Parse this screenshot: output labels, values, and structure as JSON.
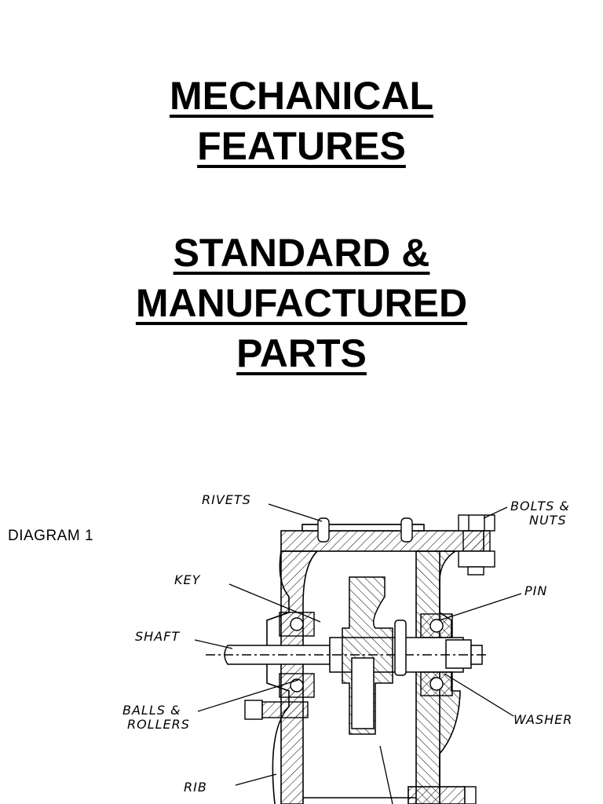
{
  "titles": {
    "main_line1": "MECHANICAL",
    "main_line2": "FEATURES",
    "sub_line1": "STANDARD &",
    "sub_line2": "MANUFACTURED",
    "sub_line3": "PARTS"
  },
  "diagram": {
    "label": "DIAGRAM   1",
    "parts": {
      "rivets": "RIVETS",
      "bolts_line1": "BOLTS &",
      "bolts_line2": "NUTS",
      "key": "KEY",
      "pin": "PIN",
      "shaft": "SHAFT",
      "balls_line1": "BALLS &",
      "balls_line2": "ROLLERS",
      "washer": "WASHER",
      "rib": "RIB"
    }
  }
}
